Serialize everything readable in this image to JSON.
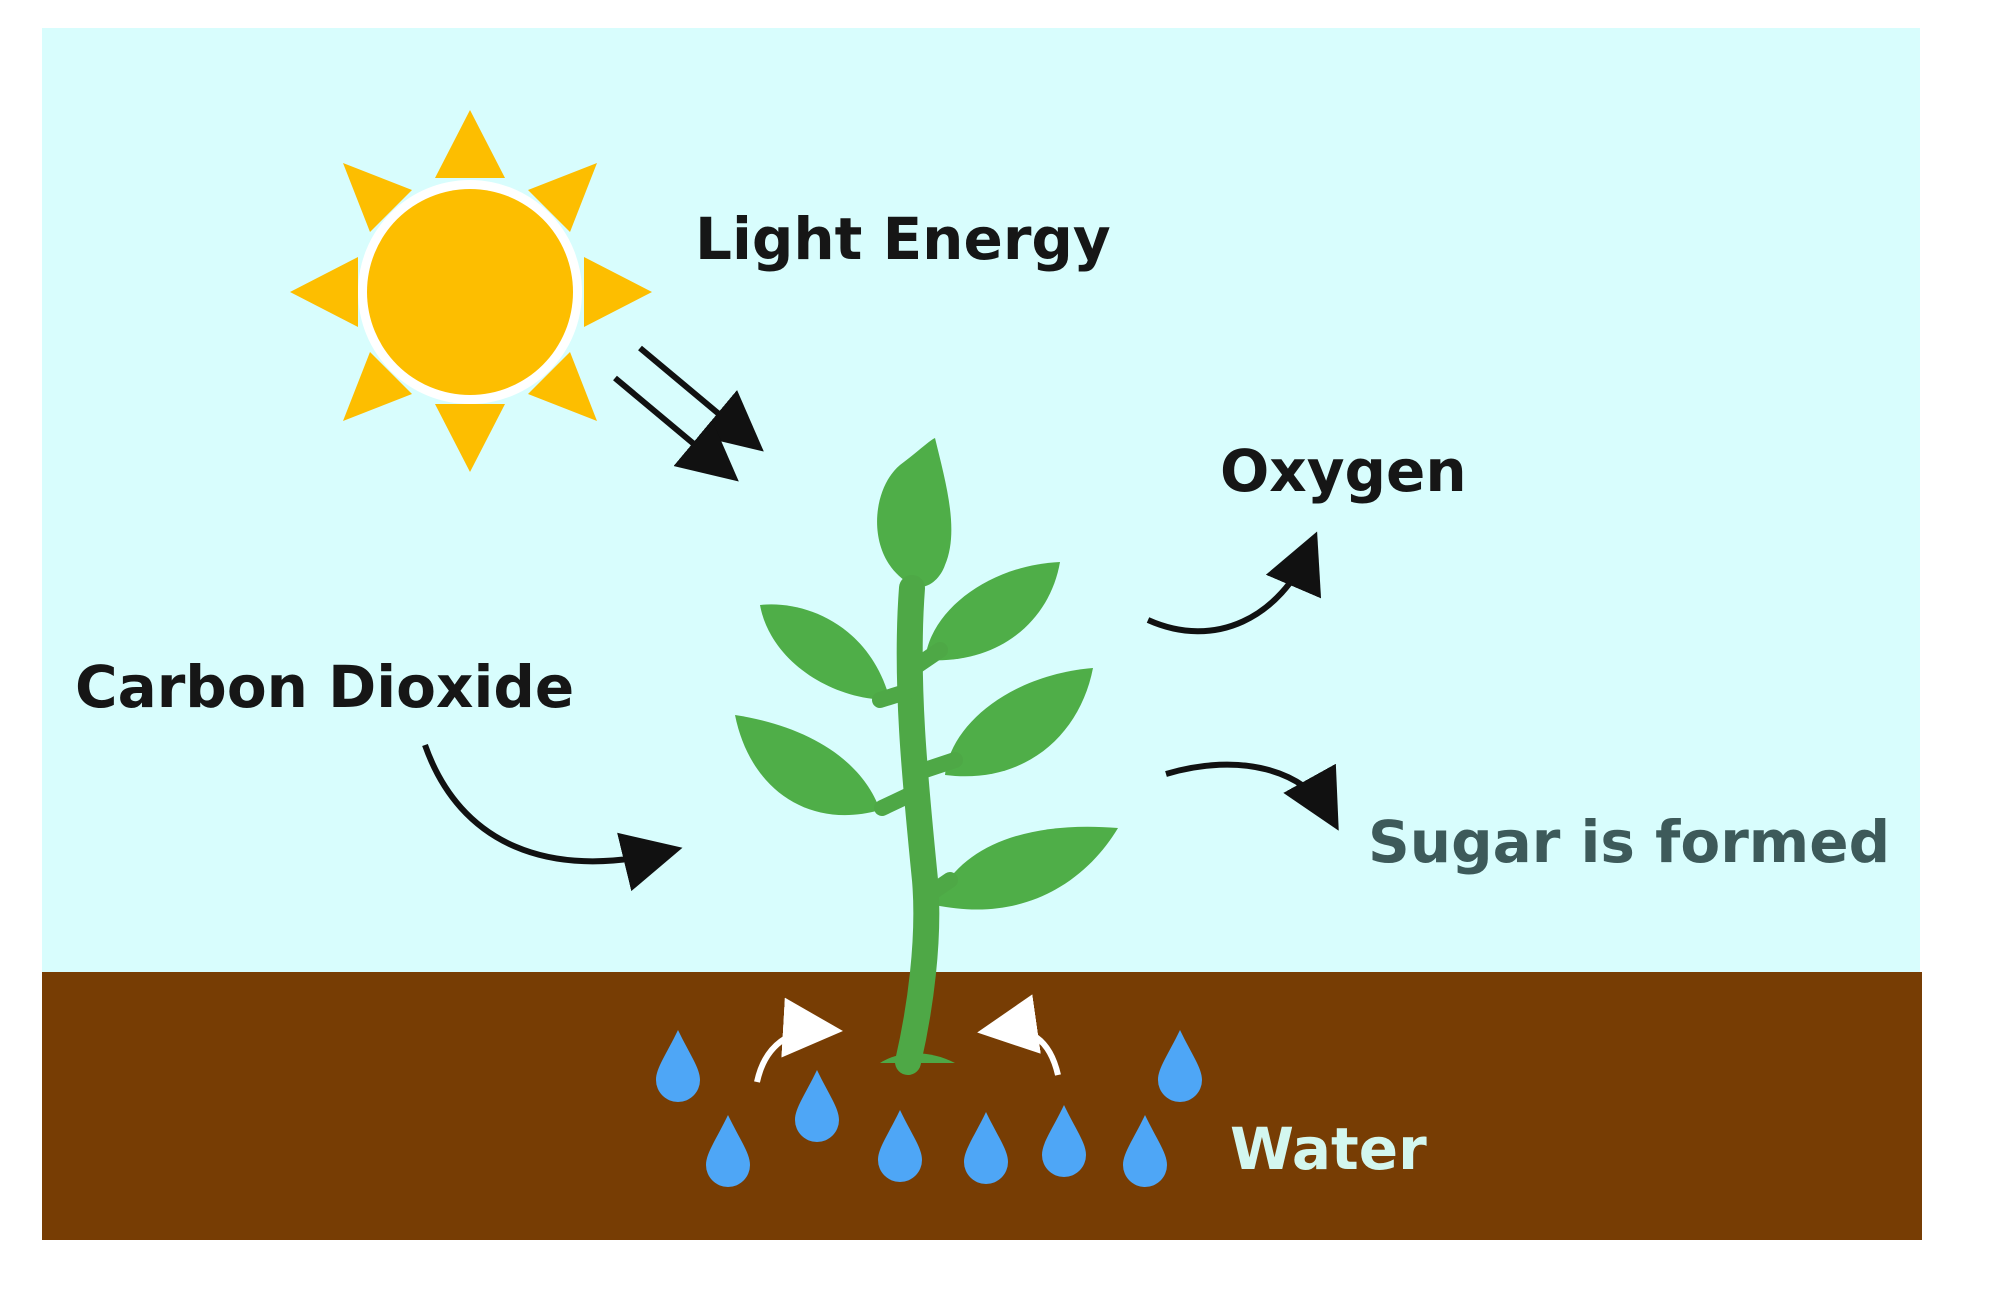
{
  "labels": {
    "light_energy": "Light Energy",
    "oxygen": "Oxygen",
    "carbon_dioxide": "Carbon Dioxide",
    "sugar": "Sugar is formed",
    "water": "Water"
  },
  "colors": {
    "sky": "#d8fdfd",
    "soil": "#773d04",
    "sun": "#fdbe00",
    "leaf": "#4fae48",
    "stem": "#4ea846",
    "water_drop": "#4ea6f6",
    "label_dark": "#161616",
    "label_sugar": "#3d5a5a",
    "label_water": "#d3f7ef",
    "arrow_dark": "#111111",
    "arrow_light": "#ffffff"
  }
}
